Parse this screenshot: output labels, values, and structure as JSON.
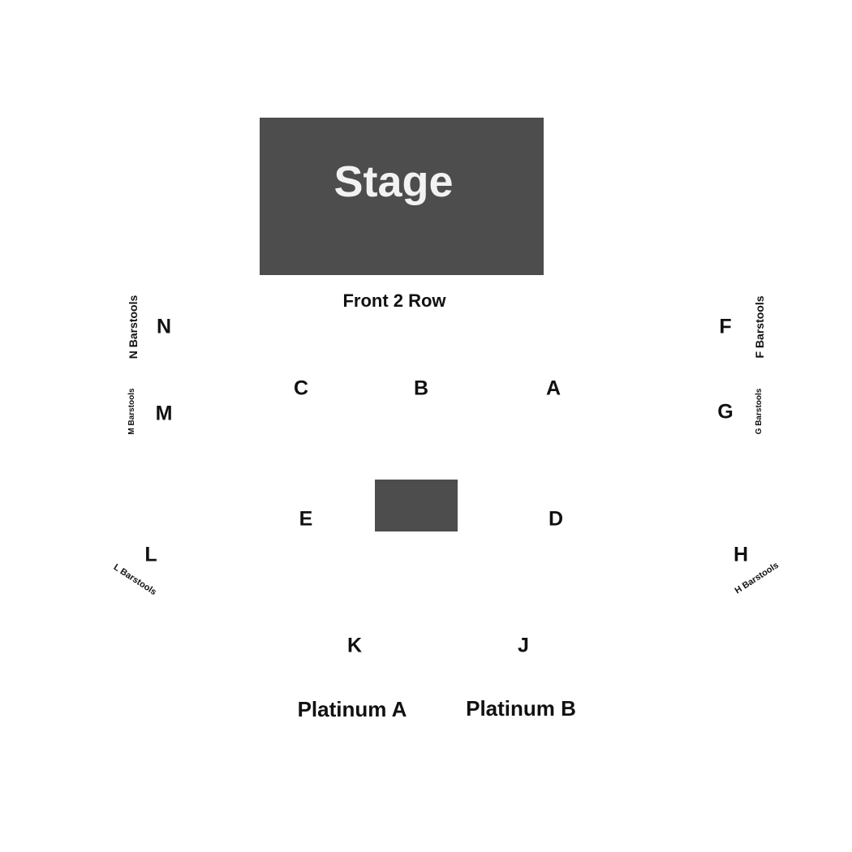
{
  "stage": {
    "label": "Stage"
  },
  "front_row": {
    "label": "Front 2 Row"
  },
  "sections": {
    "a": "A",
    "b": "B",
    "c": "C",
    "d": "D",
    "e": "E",
    "f": "F",
    "g": "G",
    "h": "H",
    "j": "J",
    "k": "K",
    "l": "L",
    "m": "M",
    "n": "N"
  },
  "barstools": {
    "n": "N Barstools",
    "m": "M Barstools",
    "f": "F Barstools",
    "g": "G Barstools",
    "l": "L Barstools",
    "h": "H Barstools"
  },
  "platinum": {
    "a": "Platinum A",
    "b": "Platinum B"
  },
  "colors": {
    "block": "#4d4d4d",
    "stage_text": "#f2f2f2",
    "label_text": "#111111",
    "background": "#ffffff"
  }
}
